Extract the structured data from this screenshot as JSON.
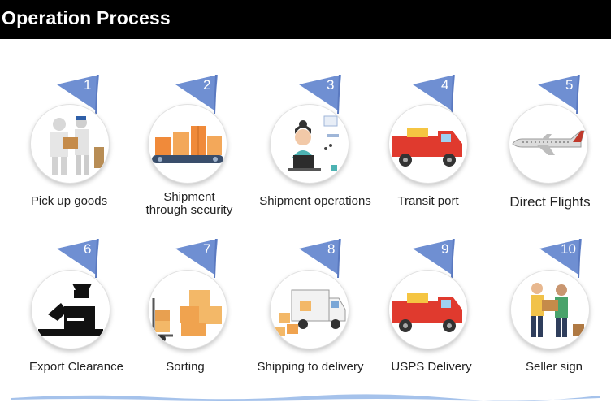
{
  "header": {
    "title": "Operation Process"
  },
  "steps": [
    {
      "number": "1",
      "label": "Pick up goods",
      "icon": "courier-handover-icon"
    },
    {
      "number": "2",
      "label": "Shipment through security",
      "icon": "conveyor-boxes-icon"
    },
    {
      "number": "3",
      "label": "Shipment operations",
      "icon": "operator-laptop-icon"
    },
    {
      "number": "4",
      "label": "Transit port",
      "icon": "truck-icon"
    },
    {
      "number": "5",
      "label": "Direct Flights",
      "icon": "airplane-icon"
    },
    {
      "number": "6",
      "label": "Export Clearance",
      "icon": "customs-officer-icon"
    },
    {
      "number": "7",
      "label": "Sorting",
      "icon": "hand-truck-boxes-icon"
    },
    {
      "number": "8",
      "label": "Shipping to delivery",
      "icon": "van-boxes-icon"
    },
    {
      "number": "9",
      "label": "USPS Delivery",
      "icon": "truck-icon"
    },
    {
      "number": "10",
      "label": "Seller sign",
      "icon": "package-handover-icon"
    }
  ],
  "colors": {
    "flag": "#6f8fd2",
    "header_bg": "#000000",
    "box": "#f3a85a",
    "truck_red": "#e03a2e",
    "wave": "#8fb3e6"
  }
}
